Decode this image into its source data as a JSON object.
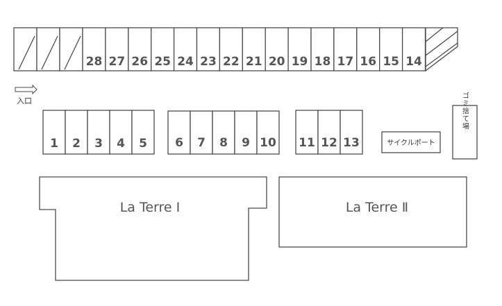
{
  "top_row": [
    "28",
    "27",
    "26",
    "25",
    "24",
    "23",
    "22",
    "21",
    "20",
    "19",
    "18",
    "17",
    "16",
    "15",
    "14"
  ],
  "row_a": [
    "1",
    "2",
    "3",
    "4",
    "5"
  ],
  "row_b": [
    "6",
    "7",
    "8",
    "9",
    "10"
  ],
  "row_c": [
    "11",
    "12",
    "13"
  ],
  "entrance": {
    "label": "入口",
    "icon": "arrow-right-icon"
  },
  "bike_port": {
    "label": "サイクルポート"
  },
  "garbage": {
    "label": "ゴミ捨て場"
  },
  "buildings": {
    "la_terre_1": "La Terre Ⅰ",
    "la_terre_2": "La Terre Ⅱ"
  }
}
